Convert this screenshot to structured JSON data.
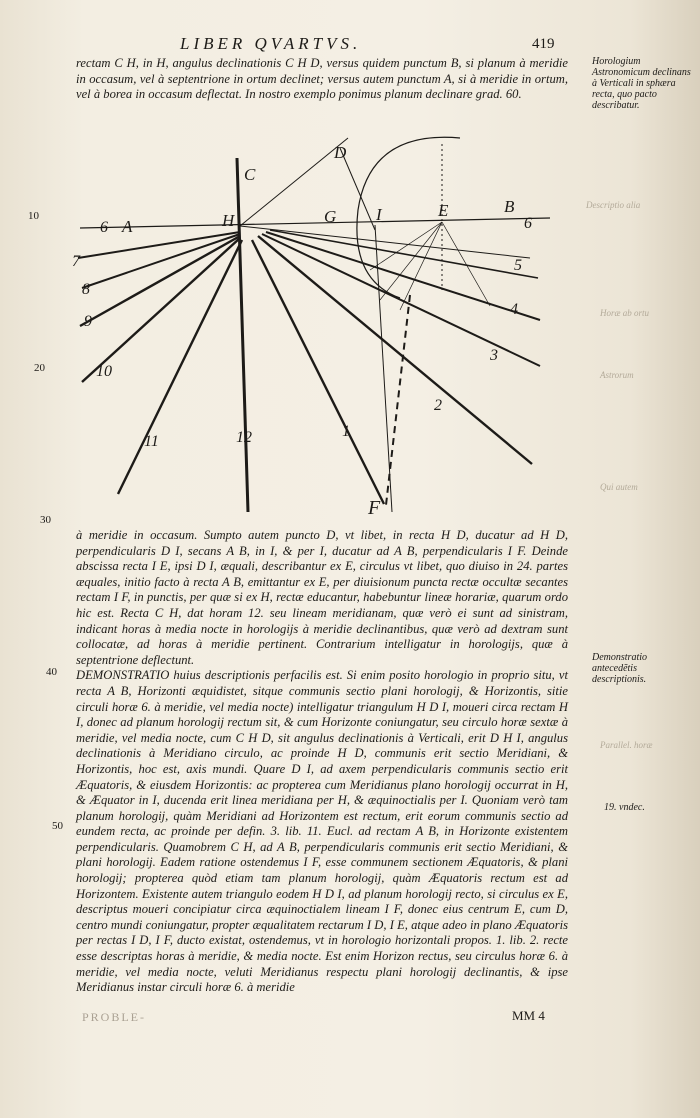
{
  "header": {
    "title": "LIBER QVARTVS.",
    "page_number": "419"
  },
  "paragraph_1": "rectam C H, in H, angulus declinationis C H D, versus quidem punctum B, si planum à meridie in occasum, vel à septentrione in ortum declinet; versus autem punctum A, si à meridie in ortum, vel à borea in occasum deflectat. In nostro exemplo ponimus planum declinare grad. 60.",
  "margin_note_1": "Horologium Astronomicum declinans à Verticali in sphæra recta, quo pacto describatur.",
  "figure": {
    "point_labels": {
      "A": "A",
      "B": "B",
      "C": "C",
      "D": "D",
      "E": "E",
      "F": "F",
      "G": "G",
      "H": "H",
      "I": "I"
    },
    "hour_numbers": [
      "6",
      "7",
      "8",
      "9",
      "10",
      "11",
      "12",
      "1",
      "2",
      "3",
      "4",
      "5",
      "6"
    ]
  },
  "line_numbers": [
    "10",
    "20",
    "30",
    "40",
    "50"
  ],
  "paragraph_2": "à meridie in occasum. Sumpto autem puncto D, vt libet, in recta H D, ducatur ad H D, perpendicularis D I, secans A B, in I, & per I, ducatur ad A B, perpendicularis I F. Deinde abscissa recta I E, ipsi D I, æquali, describantur ex E, circulus vt libet, quo diuiso in 24. partes æquales, initio facto à recta A B, emittantur ex E, per diuisionum puncta rectæ occultæ secantes rectam I F, in punctis, per quæ si ex H, rectæ educantur, habebuntur lineæ horariæ, quarum ordo hic est. Recta C H, dat horam 12. seu lineam meridianam, quæ verò ei sunt ad sinistram, indicant horas à media nocte in horologijs à meridie declinantibus, quæ verò ad dextram sunt collocatæ, ad horas à meridie pertinent. Contrarium intelligatur in horologijs, quæ à septentrione deflectunt.",
  "paragraph_3": "DEMONSTRATIO huius descriptionis perfacilis est. Si enim posito horologio in proprio situ, vt recta A B, Horizonti æquidistet, sitque communis sectio plani horologij, & Horizontis, sitie circuli horæ 6. à meridie, vel media nocte) intelligatur triangulum H D I, moueri circa rectam H I, donec ad planum horologij rectum sit, & cum Horizonte coniungatur, seu circulo horæ sextæ à meridie, vel media nocte, cum C H D, sit angulus declinationis à Verticali, erit D H I, angulus declinationis à Meridiano circulo, ac proinde H D, communis erit sectio Meridiani, & Horizontis, hoc est, axis mundi. Quare D I, ad axem perpendicularis communis sectio erit Æquatoris, & eiusdem Horizontis: ac propterea cum Meridianus plano horologij occurrat in H, & Æquator in I, ducenda erit linea meridiana per H, & æquinoctialis per I. Quoniam verò tam planum horologij, quàm Meridiani ad Horizontem est rectum, erit eorum communis sectio ad eundem recta, ac proinde per defin. 3. lib. 11. Eucl. ad rectam A B, in Horizonte existentem perpendicularis. Quamobrem C H, ad A B, perpendicularis communis erit sectio Meridiani, & plani horologij. Eadem ratione ostendemus I F, esse communem sectionem Æquatoris, & plani horologij; propterea quòd etiam tam planum horologij, quàm Æquatoris rectum est ad Horizontem. Existente autem triangulo eodem H D I, ad planum horologij recto, si circulus ex E, descriptus moueri concipiatur circa æquinoctialem lineam I F, donec eius centrum E, cum D, centro mundi coniungatur, propter æqualitatem rectarum I D, I E, atque adeo in plano Æquatoris per rectas I D, I F, ducto existat, ostendemus, vt in horologio horizontali propos. 1. lib. 2. recte esse descriptas horas à meridie, & media nocte. Est enim Horizon rectus, seu circulus horæ 6. à meridie, vel media nocte, veluti Meridianus respectu plani horologij declinantis, & ipse Meridianus instar circuli horæ 6. à meridie",
  "margin_note_2": "Demonstratio antecedẽtis descriptionis.",
  "margin_note_3": "19. vndec.",
  "signature": "MM 4",
  "catchword": "PROBLE-",
  "bleed_notes": [
    "Descriptio alia",
    "Horæ ab ortu",
    "Astrorum",
    "Qui autem",
    "Parallel. horæ"
  ]
}
